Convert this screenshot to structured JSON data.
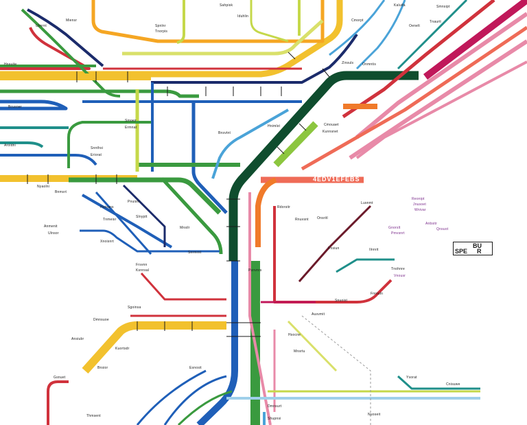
{
  "colors": {
    "yellow": "#f2c12e",
    "orange_yellow": "#f5a623",
    "dark_green": "#0f4d2e",
    "green": "#3a9a3f",
    "light_green": "#8cc63f",
    "lime": "#c5d84a",
    "blue": "#1f5fb8",
    "navy": "#1b2b6b",
    "sky": "#4aa3d8",
    "light_sky": "#9fd0ea",
    "teal": "#1f8f8a",
    "red": "#d0323c",
    "crimson": "#c0185a",
    "pink": "#e88aa8",
    "salmon": "#ef6b57",
    "orange": "#f07a2a",
    "purple": "#5b3a8c",
    "maroon": "#6b1a2a",
    "black": "#1a1a1a"
  },
  "labels": {
    "l1": "Ulmrnt",
    "l2": "Miensr",
    "l3": "Spnlnr",
    "l4": "Tnorpis",
    "l5": "Sahpisk",
    "l6": "Iduhlin",
    "l7": "Cmorpt",
    "l8": "Kaluifa",
    "l9": "Smnsipt",
    "l10": "Oenelt",
    "l11": "Tnaurit",
    "l12": "Zinsuls",
    "l13": "Onmntis",
    "l14": "Hnsuite",
    "l15": "Bcusoer",
    "l16": "Sinoeir",
    "l17": "Ermnat",
    "l18": "Bnsvtnt",
    "l19": "Hnimlst",
    "l20": "Cmouaet",
    "l21": "Kunnsnet",
    "l22": "Aroldni",
    "l23": "Snnthsi",
    "l24": "Eriorat",
    "l25": "Nyaolni",
    "l26": "Bnmsrt",
    "l27": "Hutsans",
    "l28": "Tnmeisr",
    "l29": "Pnuisnt",
    "l30": "Slnyptt",
    "l31": "Anmenit",
    "l32": "Ulnsor",
    "l33": "Xnoisnrt",
    "l34": "Mnsilr",
    "l35": "Frsvnn",
    "l36": "Ksnnsal",
    "l37": "Sgoinsa",
    "l38": "Dmnsuoe",
    "l39": "Ansiubr",
    "l40": "Kuortsdr",
    "l41": "Bnsior",
    "l42": "Gsnuet",
    "l43": "Thmsent",
    "l44": "Esnosit",
    "l45": "Psnvnrs",
    "l46": "Rdorsitr",
    "l47": "Rnuvsnt",
    "l48": "Onsritl",
    "l49": "Lusnmt",
    "l50": "Vnsiun",
    "l51": "Ilnnrit",
    "l52": "Tnohnre",
    "l53": "Snuoist",
    "l54": "Fnrsuln",
    "l55": "Ausvmit",
    "l56": "Hsocne",
    "l57": "Mnsrtu",
    "l58": "Ysorat",
    "l59": "Cnisuwe",
    "l60": "Nuoseit",
    "l61": "Dmnsurt",
    "l62": "Shupnsi",
    "l63": "Reonipt",
    "l64": "Jnusoet",
    "l65": "Wnivar",
    "l66": "Anbsitr",
    "l67": "Qnsuot",
    "l68": "Gnorslt",
    "l69": "Pmvsnrt",
    "l70": "Vnousr",
    "l71": "Snrmrnt"
  },
  "banner": "4EDV1EFEBS",
  "legend": {
    "a": "BU",
    "b": "SPE",
    "c": "R"
  }
}
